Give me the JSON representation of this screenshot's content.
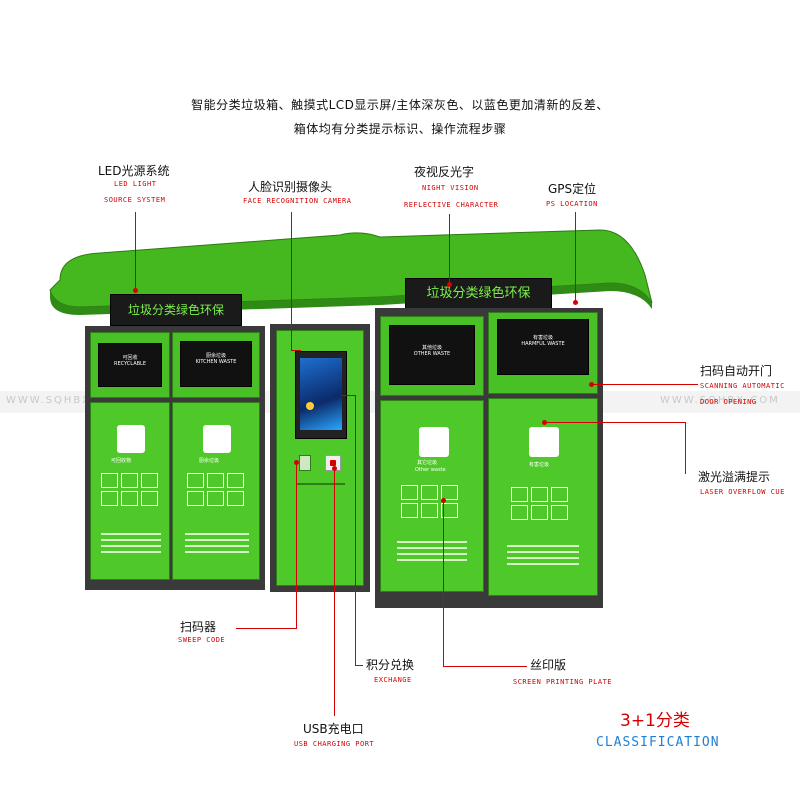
{
  "intro": {
    "line1": "智能分类垃圾箱、触摸式LCD显示屏/主体深灰色、以蓝色更加清新的反差、",
    "line2": "箱体均有分类提示标识、操作流程步骤"
  },
  "callouts": {
    "led": {
      "cn": "LED光源系统",
      "en1": "LED LIGHT",
      "en2": "SOURCE SYSTEM"
    },
    "face": {
      "cn": "人脸识别摄像头",
      "en": "FACE RECOGNITION CAMERA"
    },
    "night": {
      "cn": "夜视反光字",
      "en1": "NIGHT VISION",
      "en2": "REFLECTIVE CHARACTER"
    },
    "gps": {
      "cn": "GPS定位",
      "en": "PS LOCATION"
    },
    "scan_door": {
      "cn": "扫码自动开门",
      "en1": "SCANNING AUTOMATIC",
      "en2": "DOOR OPENING"
    },
    "laser": {
      "cn": "激光溢满提示",
      "en": "LASER OVERFLOW CUE"
    },
    "sweep": {
      "cn": "扫码器",
      "en": "SWEEP CODE"
    },
    "exchange": {
      "cn": "积分兑换",
      "en": "EXCHANGE"
    },
    "print": {
      "cn": "丝印版",
      "en": "SCREEN PRINTING PLATE"
    },
    "usb": {
      "cn": "USB充电口",
      "en": "USB CHARGING PORT"
    }
  },
  "footer": {
    "title": "3+1分类",
    "subtitle": "CLASSIFICATION"
  },
  "unit": {
    "sign_left": "垃圾分类绿色环保",
    "sign_right": "垃圾分类绿色环保",
    "bins": [
      {
        "top_cn": "可回收",
        "top_en": "RECYCLABLE",
        "label": "可回收物"
      },
      {
        "top_cn": "厨余垃圾",
        "top_en": "KITCHEN WASTE",
        "label": "厨余垃圾"
      },
      {
        "top_cn": "其他垃圾",
        "top_en": "OTHER WASTE",
        "label": "其它垃圾",
        "label_en": "Other waste"
      },
      {
        "top_cn": "有害垃圾",
        "top_en": "HARMFUL WASTE",
        "label": "有害垃圾"
      }
    ]
  },
  "watermark": "WWW.SQHBX.COM",
  "colors": {
    "accent": "#d40000",
    "green": "#4fc829",
    "frame": "#3a3a3a",
    "footer_blue": "#1f7fd6"
  }
}
